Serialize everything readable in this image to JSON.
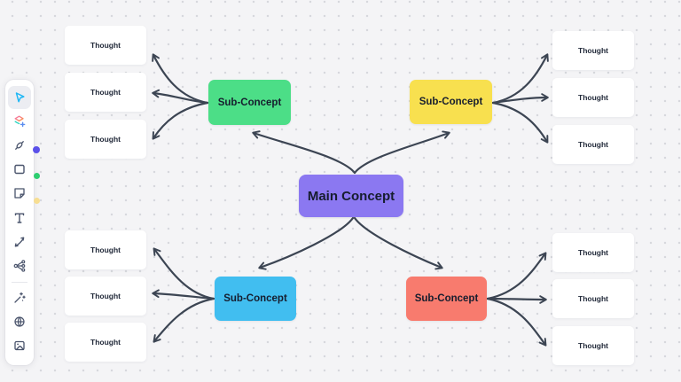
{
  "app": {
    "type": "whiteboard-canvas"
  },
  "toolbar": {
    "tools": [
      {
        "icon": "cursor-icon",
        "name": "select",
        "active": true,
        "accent": "#1FB7F5"
      },
      {
        "icon": "shapes-stack-icon",
        "name": "elements"
      },
      {
        "icon": "pen-icon",
        "name": "draw",
        "indicator_color": "#5B51E9"
      },
      {
        "icon": "rectangle-icon",
        "name": "shape",
        "indicator_color": "#2FCE71"
      },
      {
        "icon": "sticky-note-icon",
        "name": "sticky-note",
        "indicator_color": "#F7DE92"
      },
      {
        "icon": "text-icon",
        "name": "text"
      },
      {
        "icon": "connector-icon",
        "name": "connector"
      },
      {
        "icon": "mind-map-icon",
        "name": "mind-map"
      },
      {
        "icon": "wand-sparkles-icon",
        "name": "ai-tools"
      },
      {
        "icon": "globe-icon",
        "name": "embed"
      },
      {
        "icon": "image-icon",
        "name": "image"
      }
    ]
  },
  "canvas": {
    "background": "#F4F4F6",
    "dot_color": "#D7D8DD",
    "connector_color": "#3C4553",
    "main_node": {
      "label": "Main Concept",
      "color": "#8B78F1"
    },
    "sub_nodes": [
      {
        "label": "Sub-Concept",
        "color": "#4CDE87",
        "position": "top-left"
      },
      {
        "label": "Sub-Concept",
        "color": "#F8E04F",
        "position": "top-right"
      },
      {
        "label": "Sub-Concept",
        "color": "#41BEF0",
        "position": "bottom-left"
      },
      {
        "label": "Sub-Concept",
        "color": "#F87B6E",
        "position": "bottom-right"
      }
    ],
    "thought_groups": [
      {
        "position": "top-left",
        "items": [
          "Thought",
          "Thought",
          "Thought"
        ]
      },
      {
        "position": "top-right",
        "items": [
          "Thought",
          "Thought",
          "Thought"
        ]
      },
      {
        "position": "bottom-left",
        "items": [
          "Thought",
          "Thought",
          "Thought"
        ]
      },
      {
        "position": "bottom-right",
        "items": [
          "Thought",
          "Thought",
          "Thought"
        ]
      }
    ]
  }
}
